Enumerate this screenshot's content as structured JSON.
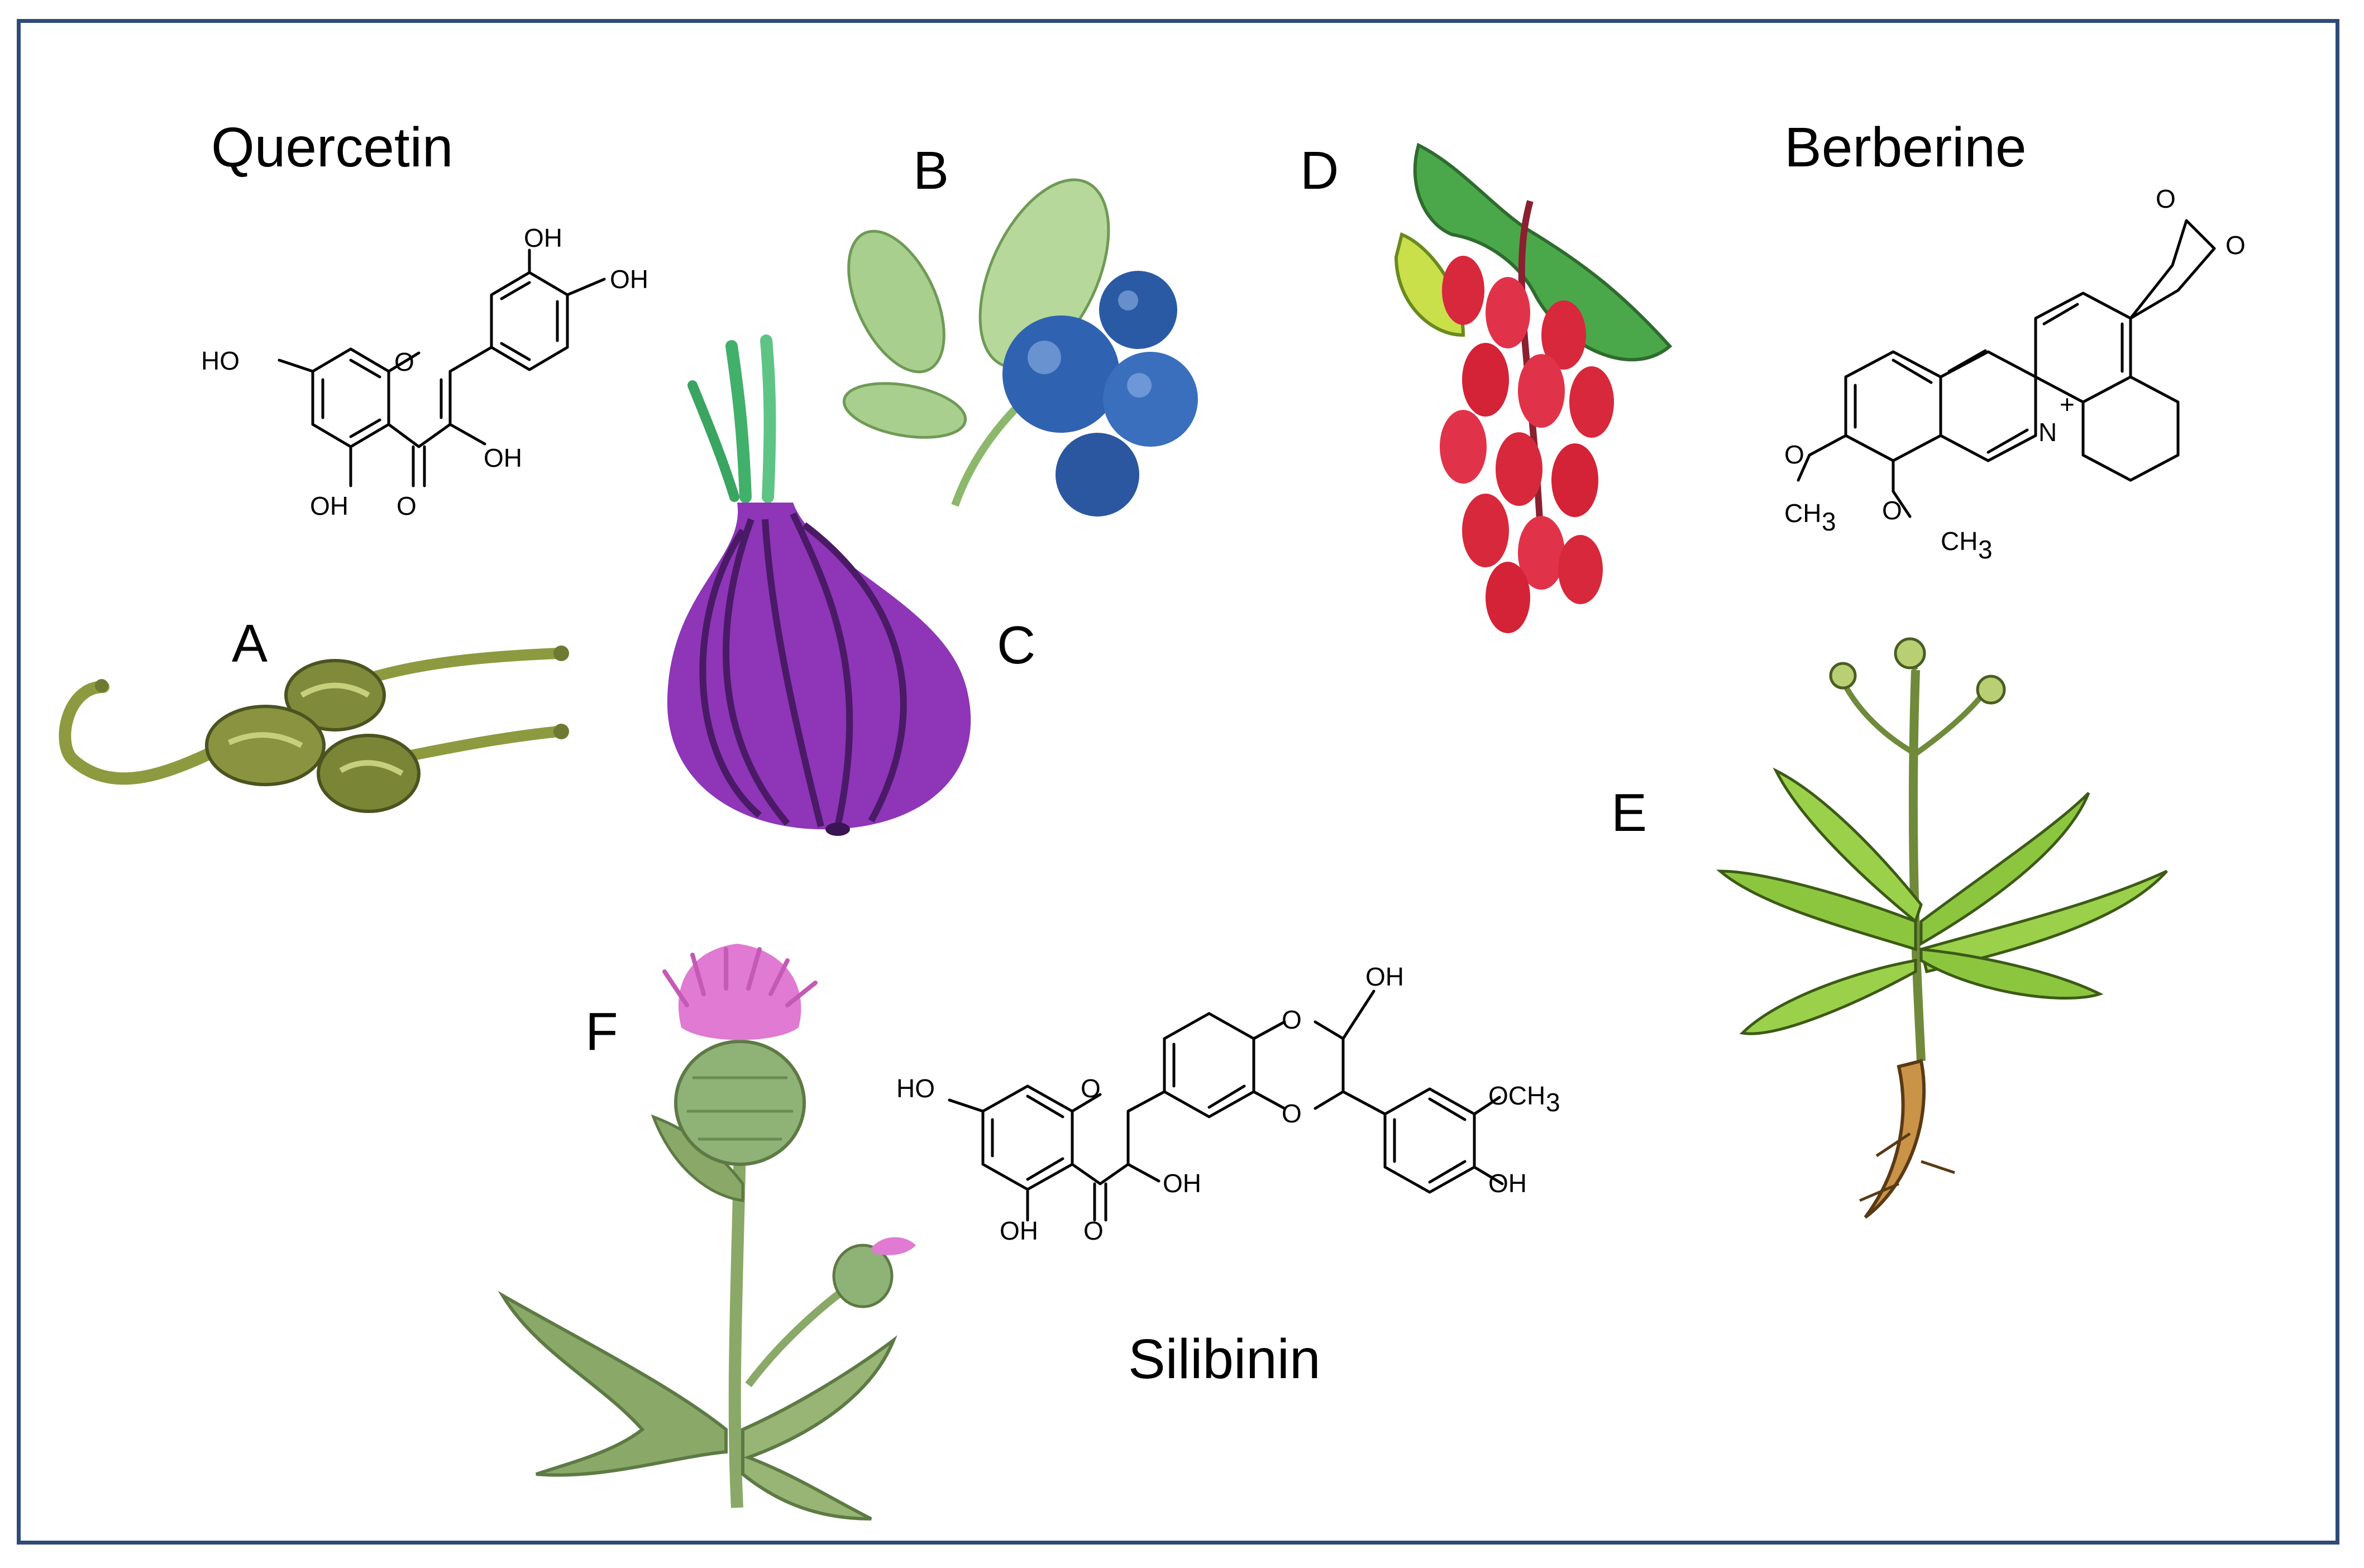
{
  "compounds": {
    "quercetin": "Quercetin",
    "berberine": "Berberine",
    "silibinin": "Silibinin"
  },
  "panels": {
    "a": "A",
    "b": "B",
    "c": "C",
    "d": "D",
    "e": "E",
    "f": "F"
  },
  "quercetin_atoms": {
    "oh_top": "OH",
    "oh_right": "OH",
    "ho_left": "HO",
    "o_ring": "O",
    "oh_3": "OH",
    "oh_5": "OH",
    "o_keto": "O"
  },
  "berberine_atoms": {
    "o1": "O",
    "o2": "O",
    "n_plus": "N",
    "charge": "+",
    "o_left": "O",
    "ch3_left": "CH",
    "ch3_left_sub": "3",
    "o_bottom": "O",
    "ch3_bottom": "CH",
    "ch3_bottom_sub": "3"
  },
  "silibinin_atoms": {
    "ho": "HO",
    "o_ring1": "O",
    "o_a": "O",
    "o_b": "O",
    "oh_top": "OH",
    "och3": "OCH",
    "och3_sub": "3",
    "oh_3": "OH",
    "oh_5": "OH",
    "o_keto": "O",
    "oh_right": "OH"
  },
  "colors": {
    "border": "#2f4a7a",
    "onion": "#8e35b8",
    "blueberry": "#2f62b0",
    "barberry": "#d8283c",
    "leaf": "#8cc63f",
    "thistle_flower": "#e07ad2",
    "thistle_leaf": "#8aa868",
    "caper": "#7c8a3c"
  },
  "icons": {
    "a": "caper-icon",
    "b": "blueberry-icon",
    "c": "onion-icon",
    "d": "barberry-icon",
    "e": "ginseng-plant-icon",
    "f": "milk-thistle-icon"
  }
}
